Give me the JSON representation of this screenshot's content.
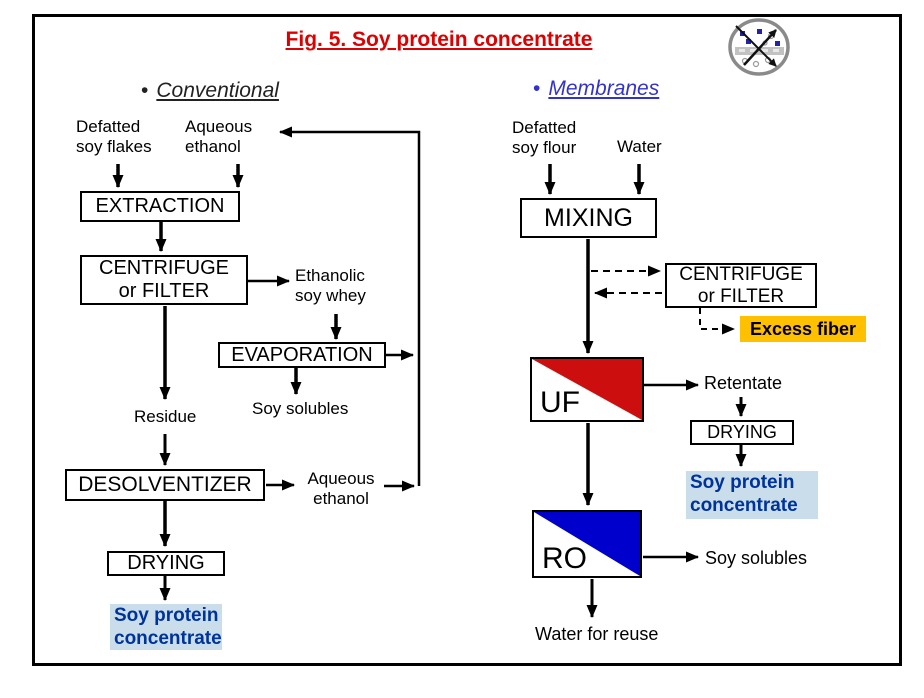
{
  "title": "Fig. 5. Soy protein concentrate",
  "logo_icon": "membrane-separation-logo",
  "colors": {
    "title_red": "#DD0000",
    "conventional_header": "#222222",
    "membranes_header_blue": "#3333CC",
    "uf_triangle_red": "#CC0E0E",
    "ro_triangle_blue": "#0000CC",
    "product_highlight_bg": "#C9DEEA",
    "product_text_navy": "#003399",
    "excess_fiber_gold": "#FFC000"
  },
  "conventional": {
    "bullet": "•",
    "header": "Conventional",
    "labels": {
      "input_flakes": "Defatted\nsoy flakes",
      "input_ethanol": "Aqueous\nethanol",
      "ethanolic_soy_whey": "Ethanolic\nsoy whey",
      "soy_solubles": "Soy solubles",
      "residue": "Residue",
      "aqueous_ethanol_recycle": "Aqueous\nethanol"
    },
    "boxes": {
      "extraction": "EXTRACTION",
      "centrifuge_filter": "CENTRIFUGE\nor FILTER",
      "evaporation": "EVAPORATION",
      "desolventizer": "DESOLVENTIZER",
      "drying": "DRYING",
      "product": "Soy protein\nconcentrate"
    }
  },
  "membranes": {
    "bullet": "•",
    "header": "Membranes",
    "labels": {
      "input_flour": "Defatted\nsoy flour",
      "input_water": "Water",
      "retentate": "Retentate",
      "soy_solubles": "Soy solubles",
      "water_for_reuse": "Water for reuse"
    },
    "boxes": {
      "mixing": "MIXING",
      "centrifuge_filter": "CENTRIFUGE\nor FILTER",
      "excess_fiber": "Excess fiber",
      "uf": "UF",
      "drying": "DRYING",
      "product": "Soy protein\nconcentrate",
      "ro": "RO"
    }
  }
}
